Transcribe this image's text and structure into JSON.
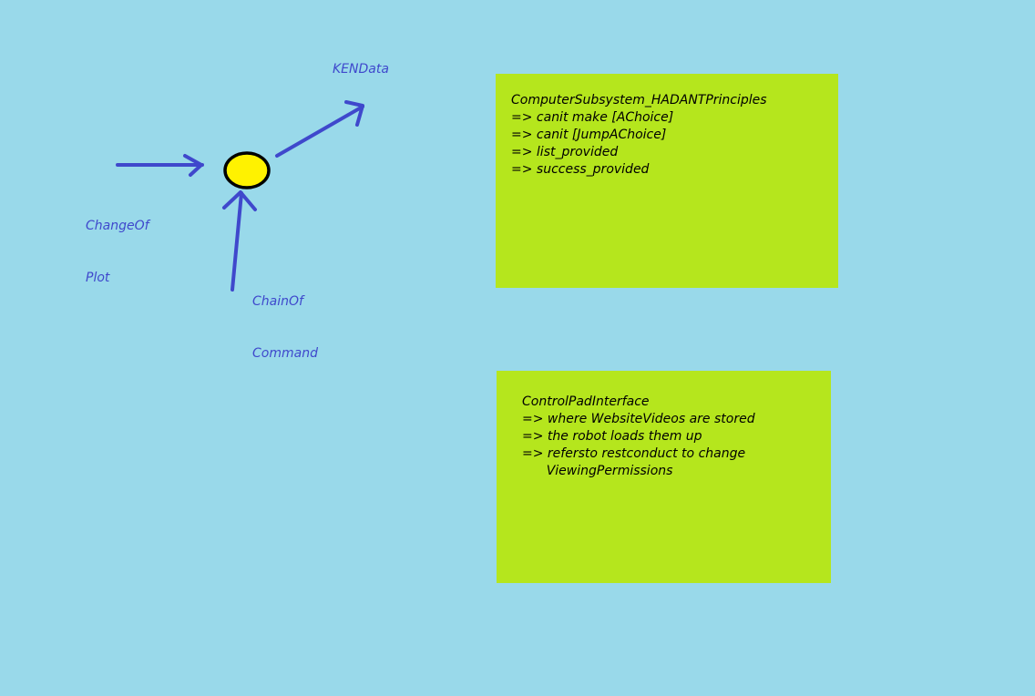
{
  "colors": {
    "background": "#99d9ea",
    "arrow": "#3f48cc",
    "node_fill": "#fff200",
    "node_stroke": "#000000",
    "note_fill": "#b5e61d",
    "label_text": "#3f48cc",
    "note_text": "#000000"
  },
  "labels": {
    "ken_data": "KENData",
    "change_of_line1": "ChangeOf",
    "change_of_line2": "Plot",
    "chain_of_line1": "ChainOf",
    "chain_of_line2": "Command"
  },
  "notes": {
    "computer_subsystem": {
      "lines": [
        "ComputerSubsystem_HADANTPrinciples",
        "=> canit make [AChoice]",
        "=> canit [JumpAChoice]",
        "=> list_provided",
        "=> success_provided"
      ]
    },
    "control_pad": {
      "lines": [
        "ControlPadInterface",
        "=> where WebsiteVideos are stored",
        "=> the robot loads them up",
        "=> refersto restconduct to change",
        "      ViewingPermissions"
      ]
    }
  }
}
